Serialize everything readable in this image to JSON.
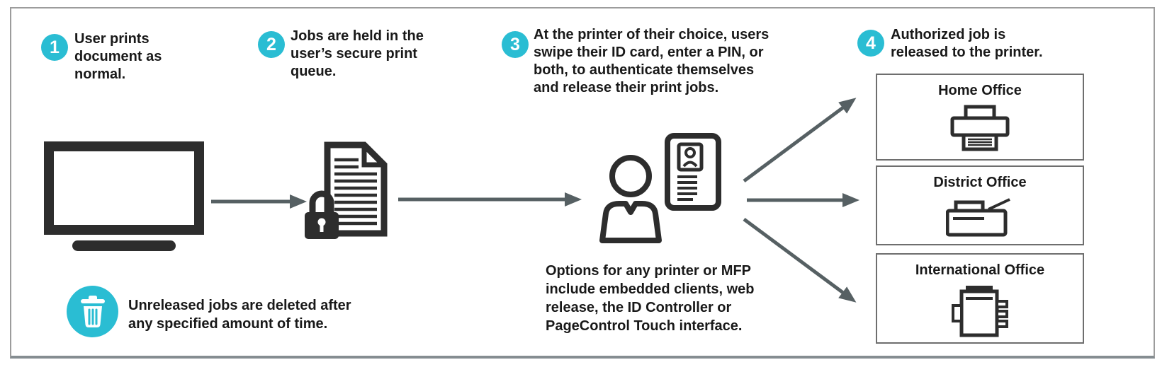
{
  "colors": {
    "accent": "#2abdd3",
    "ink": "#2d2d2d",
    "arrow": "#566063",
    "frame_border": "#9c9c9c"
  },
  "steps": [
    {
      "number": "1",
      "text": "User prints\ndocument as\nnormal.",
      "icon": "computer-monitor-icon"
    },
    {
      "number": "2",
      "text": "Jobs are held in the\nuser’s secure print\nqueue.",
      "icon": "locked-document-icon"
    },
    {
      "number": "3",
      "text": "At the printer of their choice, users\nswipe their ID card, enter a PIN, or\nboth, to authenticate themselves\nand release their print jobs.",
      "icon": "user-with-id-card-icon"
    },
    {
      "number": "4",
      "text": "Authorized job is\nreleased to the printer."
    }
  ],
  "options_note": "Options for any printer or MFP\ninclude embedded clients, web\nrelease, the ID Controller or\nPageControl Touch interface.",
  "deletion_note": {
    "icon": "trash-icon",
    "text": "Unreleased jobs are deleted after\nany specified amount of time."
  },
  "offices": [
    {
      "label": "Home Office",
      "icon": "desktop-printer-icon"
    },
    {
      "label": "District Office",
      "icon": "office-printer-icon"
    },
    {
      "label": "International Office",
      "icon": "copier-mfp-icon"
    }
  ]
}
